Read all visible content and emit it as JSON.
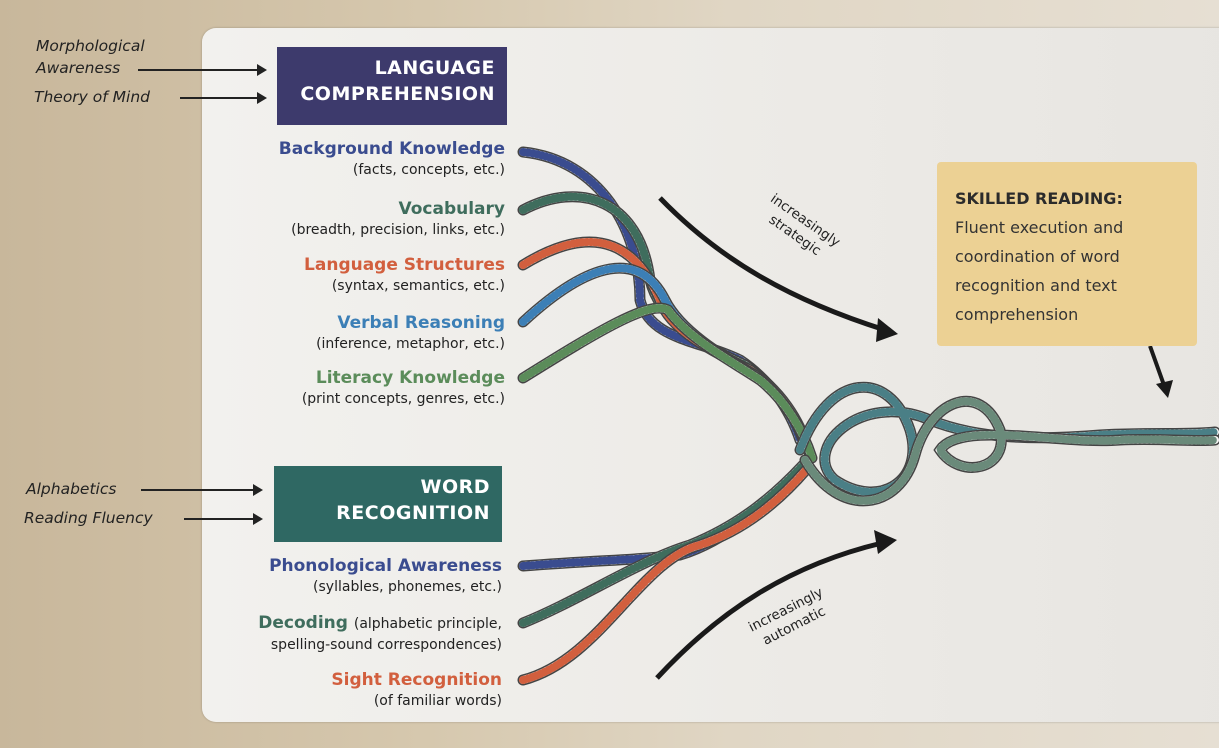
{
  "external_inputs": {
    "language": [
      "Morphological Awareness",
      "Theory of Mind"
    ],
    "word": [
      "Alphabetics",
      "Reading Fluency"
    ]
  },
  "language_comprehension": {
    "title_line1": "LANGUAGE",
    "title_line2": "COMPREHENSION",
    "color": "#3d3a6c",
    "strands": [
      {
        "name": "Background Knowledge",
        "detail": "(facts, concepts, etc.)",
        "color": "#3a4c8f"
      },
      {
        "name": "Vocabulary",
        "detail": "(breadth, precision, links, etc.)",
        "color": "#3f6d5d"
      },
      {
        "name": "Language Structures",
        "detail": "(syntax, semantics, etc.)",
        "color": "#d25f3e"
      },
      {
        "name": "Verbal Reasoning",
        "detail": "(inference, metaphor, etc.)",
        "color": "#3c7fb6"
      },
      {
        "name": "Literacy Knowledge",
        "detail": "(print concepts, genres, etc.)",
        "color": "#5b8c5a"
      }
    ]
  },
  "word_recognition": {
    "title_line1": "WORD",
    "title_line2": "RECOGNITION",
    "color": "#2f6863",
    "strands": [
      {
        "name": "Phonological Awareness",
        "detail": "(syllables, phonemes, etc.)",
        "color": "#3a4c8f"
      },
      {
        "name": "Decoding",
        "detail_inline": "(alphabetic principle,",
        "detail": "spelling-sound correspondences)",
        "color": "#3f6d5d"
      },
      {
        "name": "Sight Recognition",
        "detail": "(of familiar words)",
        "color": "#d25f3e"
      }
    ]
  },
  "annotations": {
    "strategic_line1": "increasingly",
    "strategic_line2": "strategic",
    "automatic_line1": "increasingly",
    "automatic_line2": "automatic"
  },
  "skilled_reading": {
    "heading": "SKILLED READING:",
    "line1": "Fluent execution and",
    "line2": "coordination of word",
    "line3": "recognition and text",
    "line4": "comprehension",
    "color": "#ecd194"
  }
}
